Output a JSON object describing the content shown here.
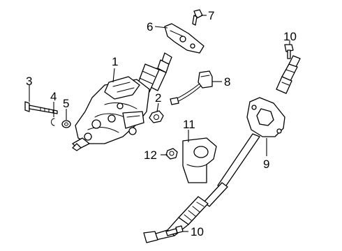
{
  "callouts": [
    {
      "id": "c1",
      "text": "1"
    },
    {
      "id": "c2",
      "text": "2"
    },
    {
      "id": "c3",
      "text": "3"
    },
    {
      "id": "c4",
      "text": "4"
    },
    {
      "id": "c5",
      "text": "5"
    },
    {
      "id": "c6",
      "text": "6"
    },
    {
      "id": "c7",
      "text": "7"
    },
    {
      "id": "c8",
      "text": "8"
    },
    {
      "id": "c9",
      "text": "9"
    },
    {
      "id": "c10a",
      "text": "10"
    },
    {
      "id": "c10b",
      "text": "10"
    },
    {
      "id": "c11",
      "text": "11"
    },
    {
      "id": "c12",
      "text": "12"
    }
  ]
}
